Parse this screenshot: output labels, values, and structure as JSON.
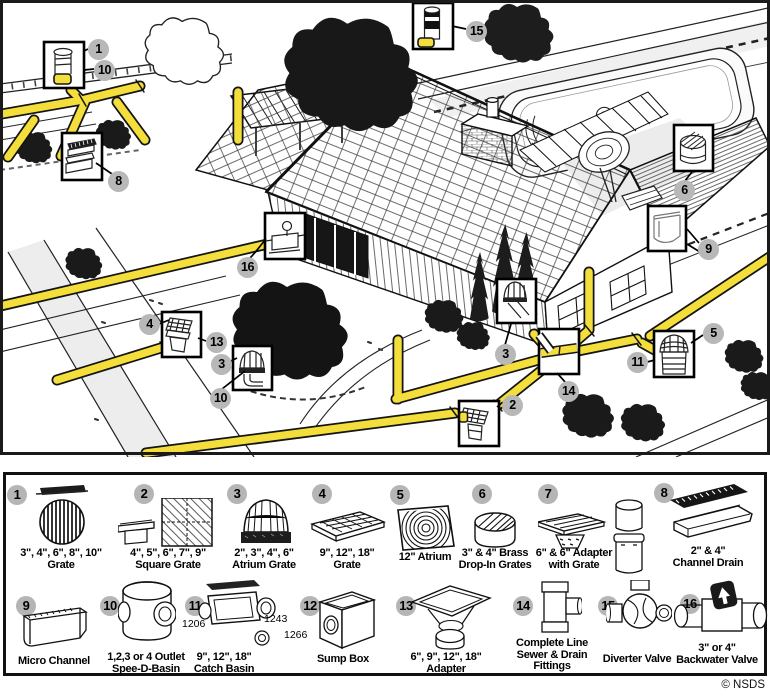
{
  "diagram": {
    "callouts": [
      "1",
      "10",
      "15",
      "8",
      "6",
      "9",
      "16",
      "4",
      "13",
      "3",
      "10",
      "3",
      "14",
      "2",
      "5",
      "11"
    ],
    "pipe_color": "#f3de3b",
    "badge_color": "#b8b8b8"
  },
  "legend": {
    "items": [
      {
        "number": "1",
        "line1": "3\", 4\", 6\", 8\", 10\"",
        "line2": "Grate"
      },
      {
        "number": "2",
        "line1": "4\", 5\", 6\", 7\", 9\"",
        "line2": "Square Grate"
      },
      {
        "number": "3",
        "line1": "2\", 3\", 4\", 6\"",
        "line2": "Atrium Grate"
      },
      {
        "number": "4",
        "line1": "9\", 12\", 18\"",
        "line2": "Grate"
      },
      {
        "number": "5",
        "line1": "12\" Atrium",
        "line2": ""
      },
      {
        "number": "6",
        "line1": "3\" & 4\" Brass",
        "line2": "Drop-In Grates"
      },
      {
        "number": "7",
        "line1": "6\" & 6\" Adapter",
        "line2": "with Grate"
      },
      {
        "number": "8",
        "line1": "2\" & 4\"",
        "line2": "Channel Drain"
      },
      {
        "number": "9",
        "line1": "Micro Channel",
        "line2": ""
      },
      {
        "number": "10",
        "line1": "1,2,3 or 4 Outlet",
        "line2": "Spee-D-Basin"
      },
      {
        "number": "11",
        "line1": "9\", 12\", 18\"",
        "line2": "Catch Basin",
        "parts": [
          "1206",
          "1243",
          "1266"
        ]
      },
      {
        "number": "12",
        "line1": "Sump Box",
        "line2": ""
      },
      {
        "number": "13",
        "line1": "6\", 9\", 12\", 18\"",
        "line2": "Adapter"
      },
      {
        "number": "14",
        "line1": "Complete Line",
        "line2": "Sewer & Drain",
        "line3": "Fittings"
      },
      {
        "number": "15",
        "line1": "Diverter Valve",
        "line2": ""
      },
      {
        "number": "16",
        "line1": "3\" or 4\"",
        "line2": "Backwater Valve"
      }
    ],
    "copyright": "© NSDS"
  }
}
